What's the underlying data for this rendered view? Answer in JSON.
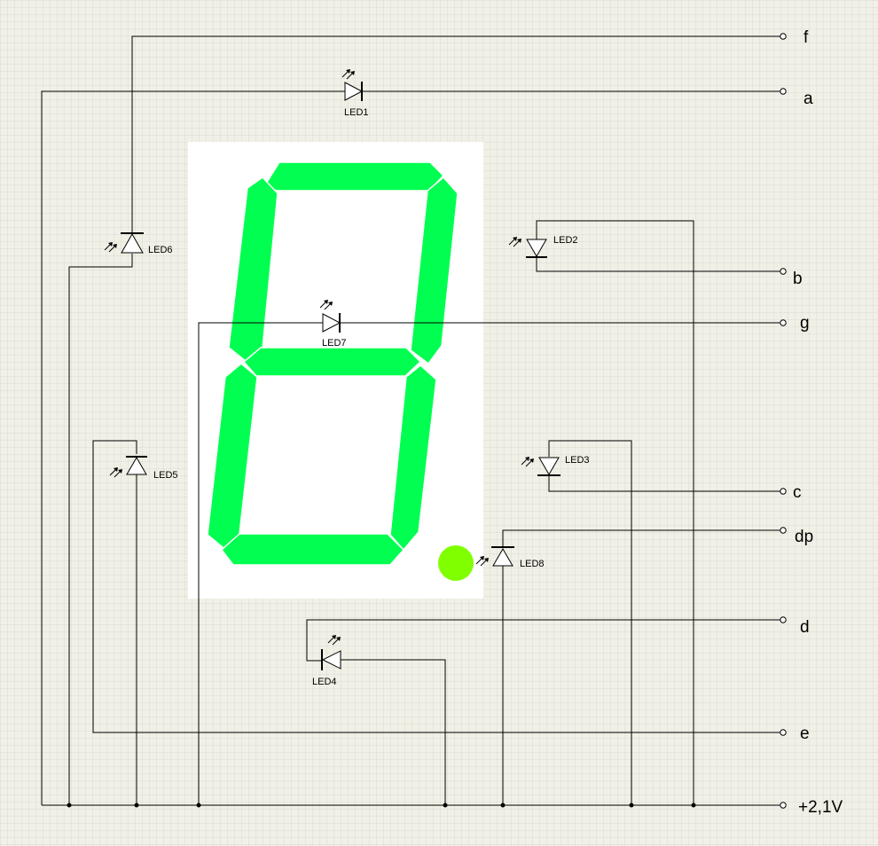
{
  "pins": {
    "f": "f",
    "a": "a",
    "b": "b",
    "g": "g",
    "c": "c",
    "dp": "dp",
    "d": "d",
    "e": "e",
    "supply": "+2,1V"
  },
  "leds": {
    "led1": "LED1",
    "led2": "LED2",
    "led3": "LED3",
    "led4": "LED4",
    "led5": "LED5",
    "led6": "LED6",
    "led7": "LED7",
    "led8": "LED8"
  },
  "colors": {
    "segment_on": "#00ff50",
    "decimal_point": "#80ff00",
    "background": "#f0f0e6",
    "display_panel": "#ffffff"
  }
}
